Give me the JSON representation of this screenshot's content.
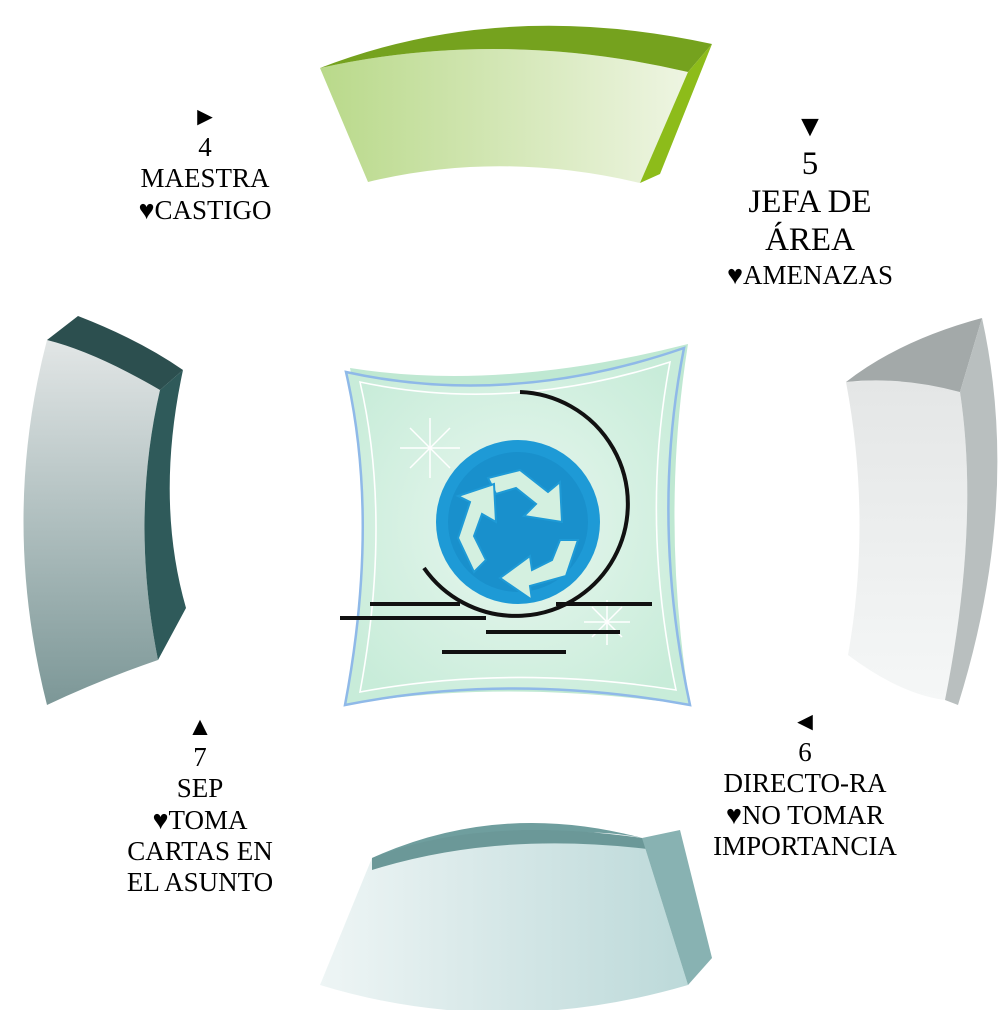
{
  "colors": {
    "top_segment": "#8cb431",
    "right_segment": "#c9cdcd",
    "bottom_segment": "#6f9e9e",
    "left_segment": "#2f5a5a",
    "center_fill": "#d9f1e6",
    "center_border": "#8fb9e8",
    "recycle_circle": "#1e9ad6"
  },
  "icons": {
    "center": "recycle-icon"
  },
  "steps": [
    {
      "arrow": "►",
      "number": "4",
      "lines": [
        "MAESTRA",
        "♥CASTIGO"
      ]
    },
    {
      "arrow": "▼",
      "number": "5",
      "lines": [
        "JEFA DE",
        "ÁREA",
        "♥AMENAZAS"
      ]
    },
    {
      "arrow": "◄",
      "number": "6",
      "lines": [
        "DIRECTO-RA",
        "♥NO TOMAR",
        "IMPORTANCIA"
      ]
    },
    {
      "arrow": "▲",
      "number": "7",
      "lines": [
        "SEP",
        "♥TOMA",
        "CARTAS EN",
        "EL ASUNTO"
      ]
    }
  ]
}
